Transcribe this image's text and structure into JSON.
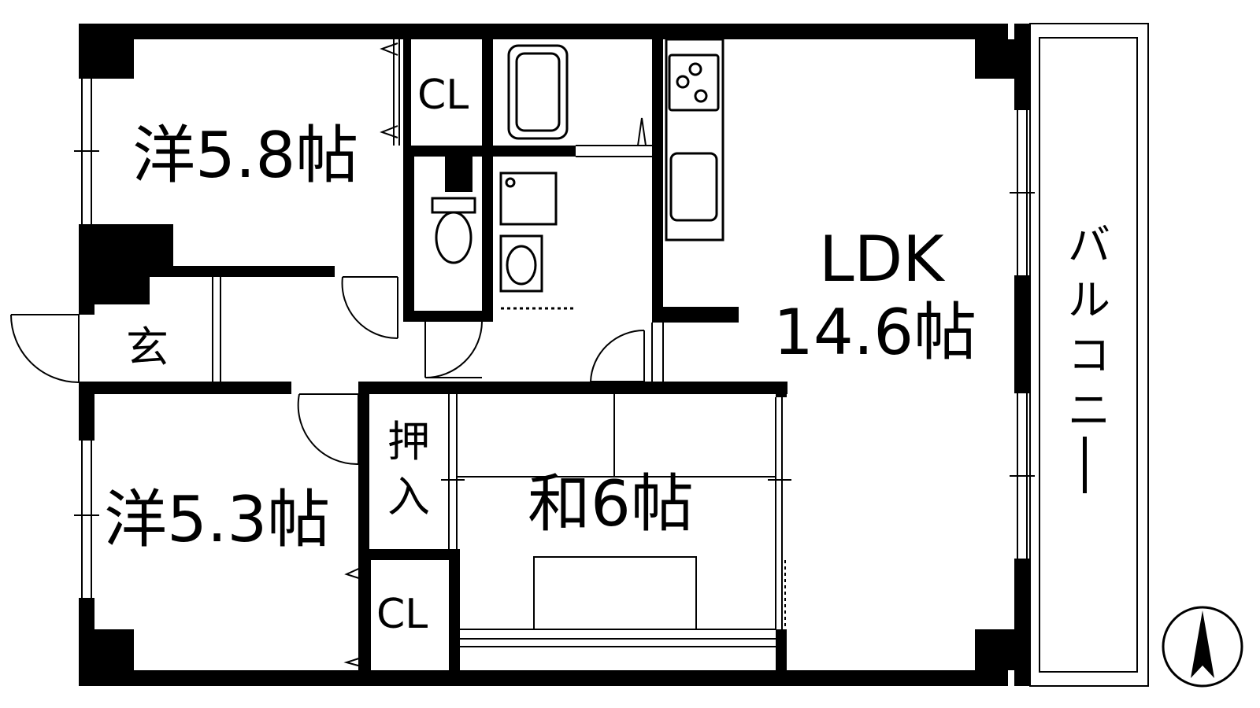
{
  "rooms": {
    "western1": "洋5.8帖",
    "western2": "洋5.3帖",
    "japanese": "和6帖",
    "ldk_name": "LDK",
    "ldk_size": "14.6帖",
    "entrance": "玄",
    "closet1": "CL",
    "closet2": "CL",
    "oshiire_top": "押",
    "oshiire_bottom": "入"
  },
  "balcony": {
    "chars": [
      "バ",
      "ル",
      "コ",
      "ニ",
      "ー"
    ]
  },
  "compass": {
    "direction": "north"
  },
  "colors": {
    "wall": "#000000",
    "background": "#ffffff"
  }
}
